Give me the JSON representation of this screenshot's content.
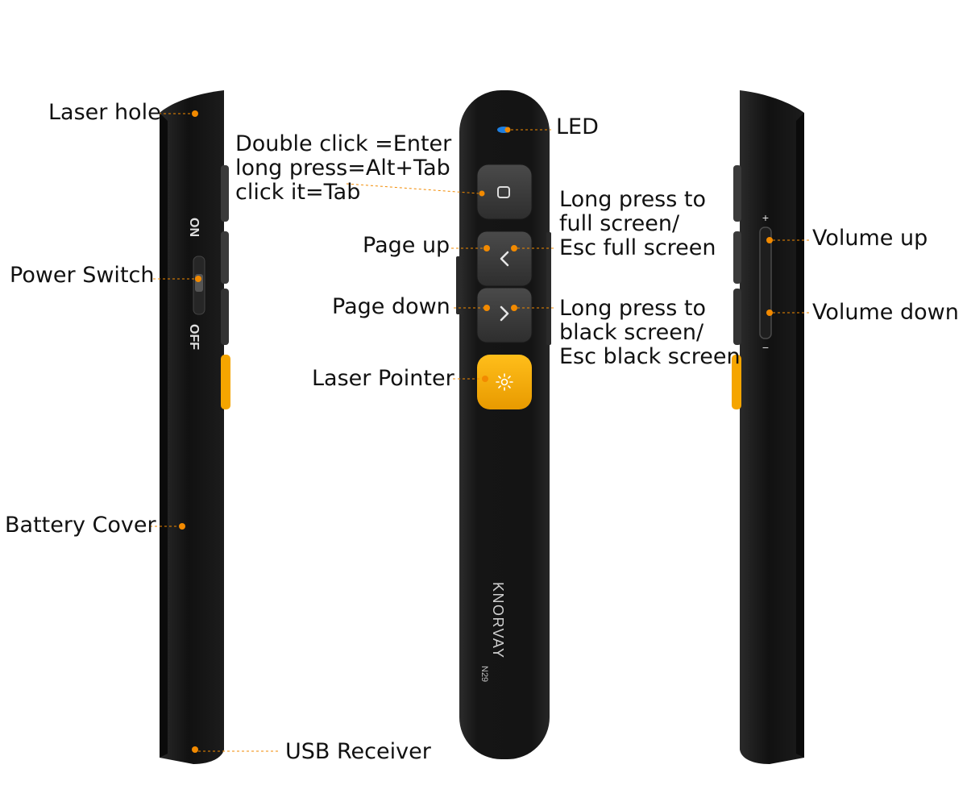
{
  "colors": {
    "body": "#141414",
    "body_edge": "#2b2b2b",
    "button": "#3a3a3a",
    "accent": "#f5a500",
    "leader": "#f28a00",
    "led": "#1f7fe0",
    "text": "#111111"
  },
  "left_device": {
    "labels": {
      "laser_hole": "Laser hole",
      "power_switch": "Power Switch",
      "battery_cover": "Battery Cover",
      "usb_receiver": "USB Receiver"
    },
    "switch_on": "ON",
    "switch_off": "OFF"
  },
  "center_device": {
    "labels": {
      "led": "LED",
      "center_button": [
        "Double click =Enter",
        "long press=Alt+Tab",
        "click it=Tab"
      ],
      "page_up": "Page up",
      "page_down": "Page down",
      "laser_pointer": "Laser Pointer",
      "full_screen": [
        "Long press to",
        "full screen/",
        "Esc full screen"
      ],
      "black_screen": [
        "Long press to",
        "black screen/",
        "Esc black screen"
      ]
    },
    "brand": "KNORVAY",
    "model": "N29"
  },
  "right_device": {
    "labels": {
      "volume_up": "Volume up",
      "volume_down": "Volume down"
    },
    "plus_sign": "+",
    "minus_sign": "−"
  }
}
